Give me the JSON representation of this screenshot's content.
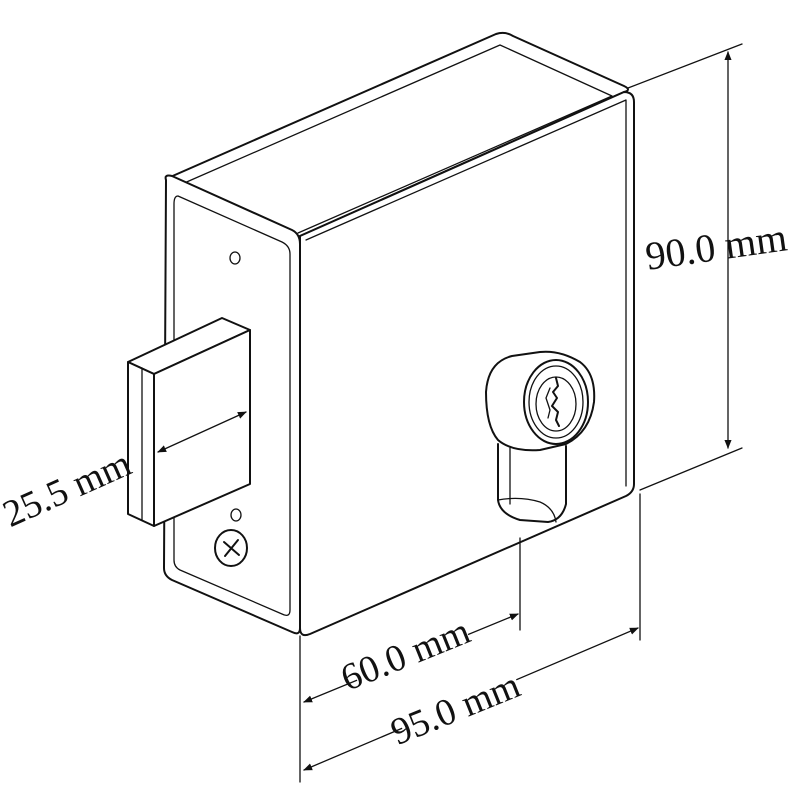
{
  "drawing": {
    "subject": "rim-lock",
    "dimensions": {
      "height": "90.0 mm",
      "bolt_width": "25.5 mm",
      "cylinder_offset": "60.0 mm",
      "overall_depth": "95.0 mm"
    }
  }
}
